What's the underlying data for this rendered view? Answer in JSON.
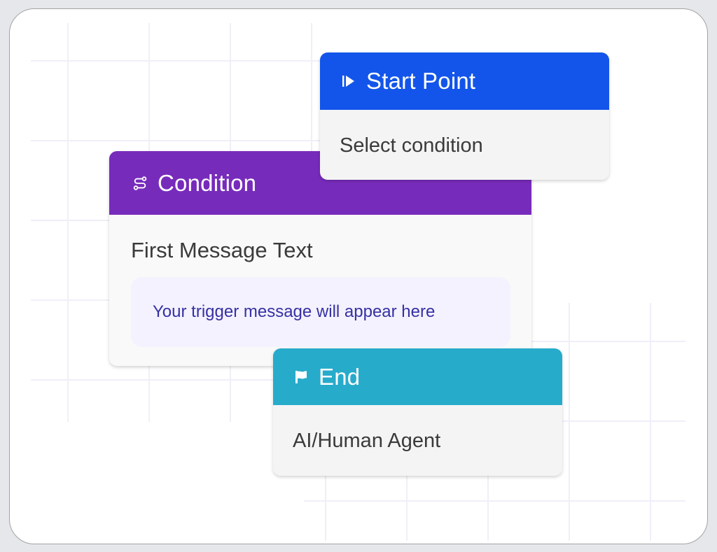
{
  "nodes": {
    "start": {
      "title": "Start Point",
      "icon": "play-step-icon",
      "body": "Select condition",
      "color": "#1355ea"
    },
    "condition": {
      "title": "Condition",
      "icon": "route-icon",
      "field_label": "First Message Text",
      "placeholder": "Your trigger message will appear here",
      "color": "#772bbb"
    },
    "end": {
      "title": "End",
      "icon": "flag-icon",
      "body": "AI/Human Agent",
      "color": "#27abcb"
    }
  }
}
